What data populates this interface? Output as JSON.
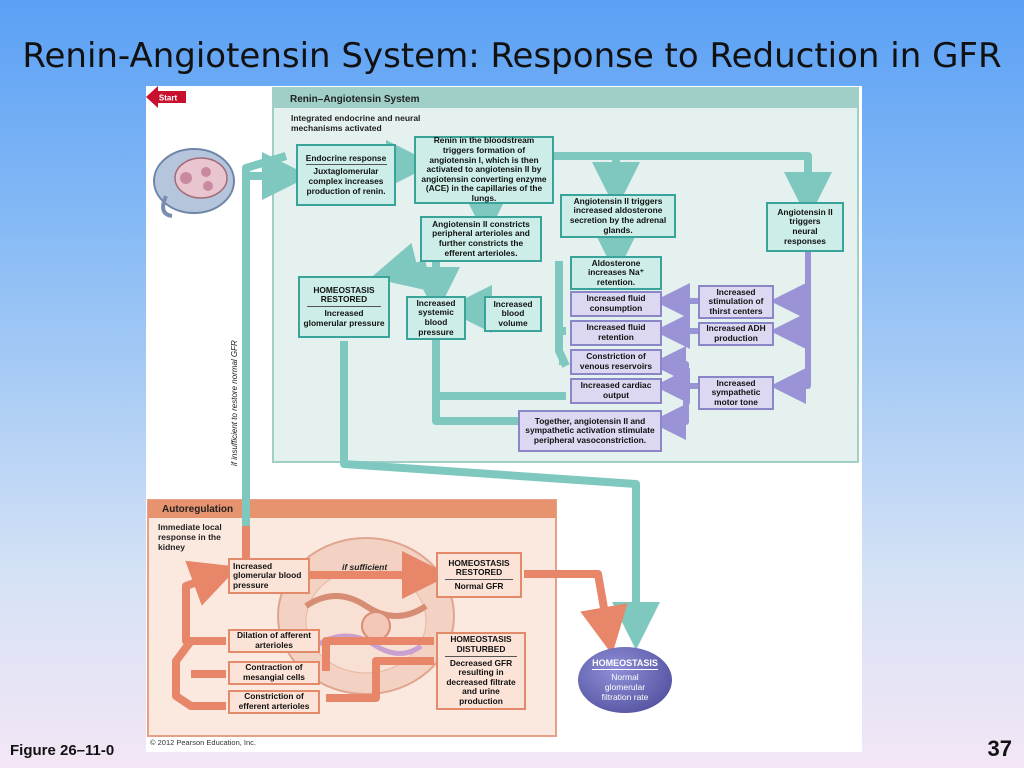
{
  "slide": {
    "title": "Renin-Angiotensin System:  Response to Reduction in GFR",
    "figure_caption": "Figure 26–11-0",
    "page_number": "37"
  },
  "ras": {
    "title": "Renin–Angiotensin System",
    "subtitle": "Integrated endocrine and neural mechanisms activated",
    "endocrine_header": "Endocrine response",
    "endocrine_body": "Juxtaglomerular complex increases production of renin.",
    "renin": "Renin in the bloodstream triggers formation of angiotensin I, which is then activated to angiotensin II by angiotensin converting enzyme (ACE) in the capillaries of the lungs.",
    "ang_constricts": "Angiotensin II constricts peripheral arterioles and further constricts the efferent arterioles.",
    "ang_aldosterone": "Angiotensin II triggers increased aldosterone secretion by the adrenal glands.",
    "ang_neural_1": "Angiotensin II triggers",
    "ang_neural_2": "neural responses",
    "homeostasis_restored_header": "HOMEOSTASIS RESTORED",
    "homeostasis_restored_body": "Increased glomerular pressure",
    "systemic_bp": "Increased systemic blood pressure",
    "blood_volume": "Increased blood volume",
    "aldosterone": "Aldosterone increases Na⁺ retention.",
    "fluid_consumption": "Increased fluid consumption",
    "fluid_retention": "Increased fluid retention",
    "venous": "Constriction of venous reservoirs",
    "cardiac": "Increased cardiac output",
    "vasoconstriction": "Together, angiotensin II and sympathetic activation stimulate peripheral vasoconstriction.",
    "thirst": "Increased stimulation of thirst centers",
    "adh": "Increased ADH production",
    "sympathetic": "Increased sympathetic motor tone",
    "side_label": "if insufficient to restore normal GFR"
  },
  "auto": {
    "title": "Autoregulation",
    "subtitle": "Immediate local response in the kidney",
    "glom_bp": "Increased glomerular blood pressure",
    "if_sufficient": "if sufficient",
    "restored_header": "HOMEOSTASIS RESTORED",
    "restored_body": "Normal GFR",
    "dilation": "Dilation of afferent arterioles",
    "mesangial": "Contraction of mesangial cells",
    "efferent": "Constriction of efferent arterioles",
    "disturbed_header": "HOMEOSTASIS DISTURBED",
    "disturbed_body": "Decreased GFR resulting in decreased filtrate and urine production",
    "start": "Start",
    "homeostasis_header": "HOMEOSTASIS",
    "homeostasis_body": "Normal glomerular filtration rate",
    "copyright": "© 2012 Pearson Education, Inc."
  },
  "colors": {
    "teal_fill": "#cdeee8",
    "teal_border": "#3aa39a",
    "purple_fill": "#dcd8f2",
    "purple_border": "#8a86c8",
    "salmon_fill": "#fbe3d8",
    "salmon_border": "#e38a6b",
    "homeostasis": "#5b5ba8"
  }
}
